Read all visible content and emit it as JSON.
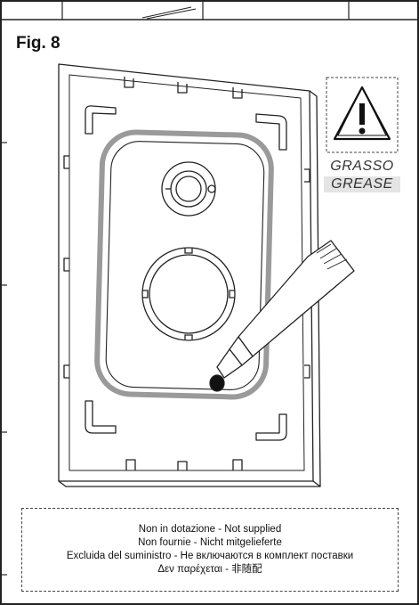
{
  "figure": {
    "title": "Fig. 8",
    "grease_label_it": "GRASSO",
    "grease_label_en": "GREASE",
    "icons": [
      "warning-triangle-icon",
      "grease-tube-icon"
    ]
  },
  "note": {
    "line1": "Non in dotazione - Not supplied",
    "line2": "Non fournie - Nicht mitgelieferte",
    "line3": "Excluida del suministro - Не включаются в комплект поставки",
    "line4": "Δεν παρέχεται - 非随配"
  },
  "colors": {
    "line": "#222222",
    "gasket": "#9a9a9a",
    "highlight": "#e4e4e4"
  }
}
